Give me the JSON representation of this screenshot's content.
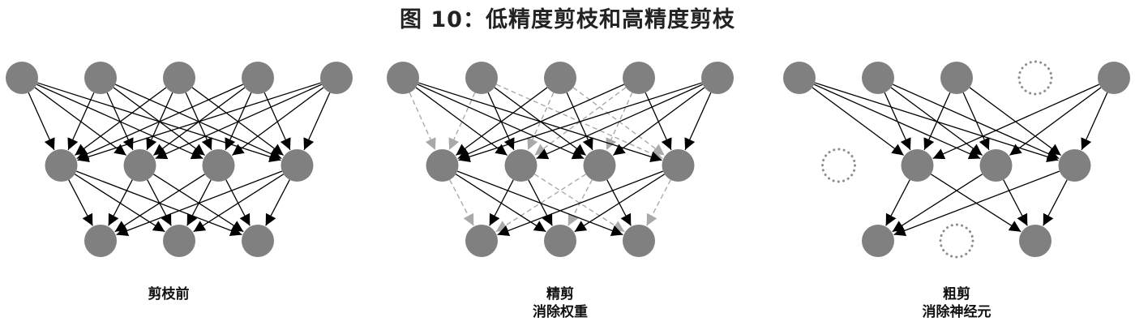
{
  "title": "图 10：低精度剪枝和高精度剪枝",
  "panels": [
    {
      "id": "before",
      "caption_lines": [
        "剪枝前"
      ],
      "layers": [
        5,
        4,
        3
      ],
      "removed_nodes": [],
      "edges": [
        {
          "from": [
            0,
            0
          ],
          "to": [
            1,
            0
          ],
          "style": "solid"
        },
        {
          "from": [
            0,
            0
          ],
          "to": [
            1,
            1
          ],
          "style": "solid"
        },
        {
          "from": [
            0,
            0
          ],
          "to": [
            1,
            2
          ],
          "style": "solid"
        },
        {
          "from": [
            0,
            0
          ],
          "to": [
            1,
            3
          ],
          "style": "solid"
        },
        {
          "from": [
            0,
            1
          ],
          "to": [
            1,
            0
          ],
          "style": "solid"
        },
        {
          "from": [
            0,
            1
          ],
          "to": [
            1,
            1
          ],
          "style": "solid"
        },
        {
          "from": [
            0,
            1
          ],
          "to": [
            1,
            2
          ],
          "style": "solid"
        },
        {
          "from": [
            0,
            1
          ],
          "to": [
            1,
            3
          ],
          "style": "solid"
        },
        {
          "from": [
            0,
            2
          ],
          "to": [
            1,
            0
          ],
          "style": "solid"
        },
        {
          "from": [
            0,
            2
          ],
          "to": [
            1,
            1
          ],
          "style": "solid"
        },
        {
          "from": [
            0,
            2
          ],
          "to": [
            1,
            2
          ],
          "style": "solid"
        },
        {
          "from": [
            0,
            2
          ],
          "to": [
            1,
            3
          ],
          "style": "solid"
        },
        {
          "from": [
            0,
            3
          ],
          "to": [
            1,
            0
          ],
          "style": "solid"
        },
        {
          "from": [
            0,
            3
          ],
          "to": [
            1,
            1
          ],
          "style": "solid"
        },
        {
          "from": [
            0,
            3
          ],
          "to": [
            1,
            2
          ],
          "style": "solid"
        },
        {
          "from": [
            0,
            3
          ],
          "to": [
            1,
            3
          ],
          "style": "solid"
        },
        {
          "from": [
            0,
            4
          ],
          "to": [
            1,
            0
          ],
          "style": "solid"
        },
        {
          "from": [
            0,
            4
          ],
          "to": [
            1,
            1
          ],
          "style": "solid"
        },
        {
          "from": [
            0,
            4
          ],
          "to": [
            1,
            2
          ],
          "style": "solid"
        },
        {
          "from": [
            0,
            4
          ],
          "to": [
            1,
            3
          ],
          "style": "solid"
        },
        {
          "from": [
            1,
            0
          ],
          "to": [
            2,
            0
          ],
          "style": "solid"
        },
        {
          "from": [
            1,
            0
          ],
          "to": [
            2,
            1
          ],
          "style": "solid"
        },
        {
          "from": [
            1,
            0
          ],
          "to": [
            2,
            2
          ],
          "style": "solid"
        },
        {
          "from": [
            1,
            1
          ],
          "to": [
            2,
            0
          ],
          "style": "solid"
        },
        {
          "from": [
            1,
            1
          ],
          "to": [
            2,
            1
          ],
          "style": "solid"
        },
        {
          "from": [
            1,
            1
          ],
          "to": [
            2,
            2
          ],
          "style": "solid"
        },
        {
          "from": [
            1,
            2
          ],
          "to": [
            2,
            0
          ],
          "style": "solid"
        },
        {
          "from": [
            1,
            2
          ],
          "to": [
            2,
            1
          ],
          "style": "solid"
        },
        {
          "from": [
            1,
            2
          ],
          "to": [
            2,
            2
          ],
          "style": "solid"
        },
        {
          "from": [
            1,
            3
          ],
          "to": [
            2,
            0
          ],
          "style": "solid"
        },
        {
          "from": [
            1,
            3
          ],
          "to": [
            2,
            1
          ],
          "style": "solid"
        },
        {
          "from": [
            1,
            3
          ],
          "to": [
            2,
            2
          ],
          "style": "solid"
        }
      ]
    },
    {
      "id": "fine",
      "caption_lines": [
        "精剪",
        "消除权重"
      ],
      "layers": [
        5,
        4,
        3
      ],
      "removed_nodes": [],
      "edges": [
        {
          "from": [
            0,
            0
          ],
          "to": [
            1,
            0
          ],
          "style": "dashed"
        },
        {
          "from": [
            0,
            0
          ],
          "to": [
            1,
            1
          ],
          "style": "solid"
        },
        {
          "from": [
            0,
            0
          ],
          "to": [
            1,
            2
          ],
          "style": "solid"
        },
        {
          "from": [
            0,
            0
          ],
          "to": [
            1,
            3
          ],
          "style": "solid"
        },
        {
          "from": [
            0,
            1
          ],
          "to": [
            1,
            0
          ],
          "style": "dashed"
        },
        {
          "from": [
            0,
            1
          ],
          "to": [
            1,
            1
          ],
          "style": "solid"
        },
        {
          "from": [
            0,
            1
          ],
          "to": [
            1,
            2
          ],
          "style": "solid"
        },
        {
          "from": [
            0,
            1
          ],
          "to": [
            1,
            3
          ],
          "style": "dashed"
        },
        {
          "from": [
            0,
            2
          ],
          "to": [
            1,
            0
          ],
          "style": "solid"
        },
        {
          "from": [
            0,
            2
          ],
          "to": [
            1,
            1
          ],
          "style": "dashed"
        },
        {
          "from": [
            0,
            2
          ],
          "to": [
            1,
            2
          ],
          "style": "solid"
        },
        {
          "from": [
            0,
            2
          ],
          "to": [
            1,
            3
          ],
          "style": "dashed"
        },
        {
          "from": [
            0,
            3
          ],
          "to": [
            1,
            0
          ],
          "style": "solid"
        },
        {
          "from": [
            0,
            3
          ],
          "to": [
            1,
            1
          ],
          "style": "dashed"
        },
        {
          "from": [
            0,
            3
          ],
          "to": [
            1,
            2
          ],
          "style": "dashed"
        },
        {
          "from": [
            0,
            3
          ],
          "to": [
            1,
            3
          ],
          "style": "solid"
        },
        {
          "from": [
            0,
            4
          ],
          "to": [
            1,
            0
          ],
          "style": "solid"
        },
        {
          "from": [
            0,
            4
          ],
          "to": [
            1,
            1
          ],
          "style": "solid"
        },
        {
          "from": [
            0,
            4
          ],
          "to": [
            1,
            2
          ],
          "style": "solid"
        },
        {
          "from": [
            0,
            4
          ],
          "to": [
            1,
            3
          ],
          "style": "solid"
        },
        {
          "from": [
            1,
            0
          ],
          "to": [
            2,
            0
          ],
          "style": "dashed"
        },
        {
          "from": [
            1,
            0
          ],
          "to": [
            2,
            1
          ],
          "style": "solid"
        },
        {
          "from": [
            1,
            0
          ],
          "to": [
            2,
            2
          ],
          "style": "solid"
        },
        {
          "from": [
            1,
            1
          ],
          "to": [
            2,
            0
          ],
          "style": "solid"
        },
        {
          "from": [
            1,
            1
          ],
          "to": [
            2,
            1
          ],
          "style": "solid"
        },
        {
          "from": [
            1,
            1
          ],
          "to": [
            2,
            2
          ],
          "style": "dashed"
        },
        {
          "from": [
            1,
            2
          ],
          "to": [
            2,
            0
          ],
          "style": "dashed"
        },
        {
          "from": [
            1,
            2
          ],
          "to": [
            2,
            1
          ],
          "style": "dashed"
        },
        {
          "from": [
            1,
            2
          ],
          "to": [
            2,
            2
          ],
          "style": "solid"
        },
        {
          "from": [
            1,
            3
          ],
          "to": [
            2,
            0
          ],
          "style": "solid"
        },
        {
          "from": [
            1,
            3
          ],
          "to": [
            2,
            1
          ],
          "style": "solid"
        },
        {
          "from": [
            1,
            3
          ],
          "to": [
            2,
            2
          ],
          "style": "dashed"
        }
      ]
    },
    {
      "id": "coarse",
      "caption_lines": [
        "粗剪",
        "消除神经元"
      ],
      "layers": [
        5,
        4,
        3
      ],
      "removed_nodes": [
        [
          0,
          3
        ],
        [
          1,
          0
        ],
        [
          2,
          1
        ]
      ],
      "edges": [
        {
          "from": [
            0,
            0
          ],
          "to": [
            1,
            1
          ],
          "style": "solid"
        },
        {
          "from": [
            0,
            0
          ],
          "to": [
            1,
            2
          ],
          "style": "solid"
        },
        {
          "from": [
            0,
            0
          ],
          "to": [
            1,
            3
          ],
          "style": "solid"
        },
        {
          "from": [
            0,
            1
          ],
          "to": [
            1,
            1
          ],
          "style": "solid"
        },
        {
          "from": [
            0,
            1
          ],
          "to": [
            1,
            2
          ],
          "style": "solid"
        },
        {
          "from": [
            0,
            1
          ],
          "to": [
            1,
            3
          ],
          "style": "solid"
        },
        {
          "from": [
            0,
            2
          ],
          "to": [
            1,
            1
          ],
          "style": "solid"
        },
        {
          "from": [
            0,
            2
          ],
          "to": [
            1,
            2
          ],
          "style": "solid"
        },
        {
          "from": [
            0,
            2
          ],
          "to": [
            1,
            3
          ],
          "style": "solid"
        },
        {
          "from": [
            0,
            4
          ],
          "to": [
            1,
            1
          ],
          "style": "solid"
        },
        {
          "from": [
            0,
            4
          ],
          "to": [
            1,
            2
          ],
          "style": "solid"
        },
        {
          "from": [
            0,
            4
          ],
          "to": [
            1,
            3
          ],
          "style": "solid"
        },
        {
          "from": [
            1,
            1
          ],
          "to": [
            2,
            0
          ],
          "style": "solid"
        },
        {
          "from": [
            1,
            1
          ],
          "to": [
            2,
            2
          ],
          "style": "solid"
        },
        {
          "from": [
            1,
            2
          ],
          "to": [
            2,
            0
          ],
          "style": "solid"
        },
        {
          "from": [
            1,
            2
          ],
          "to": [
            2,
            2
          ],
          "style": "solid"
        },
        {
          "from": [
            1,
            3
          ],
          "to": [
            2,
            0
          ],
          "style": "solid"
        },
        {
          "from": [
            1,
            3
          ],
          "to": [
            2,
            2
          ],
          "style": "solid"
        }
      ]
    }
  ],
  "colors": {
    "node": "#808080",
    "solid_edge": "#000000",
    "dashed_edge": "#a9a9a9",
    "removed_outline": "#8c8c8c"
  }
}
